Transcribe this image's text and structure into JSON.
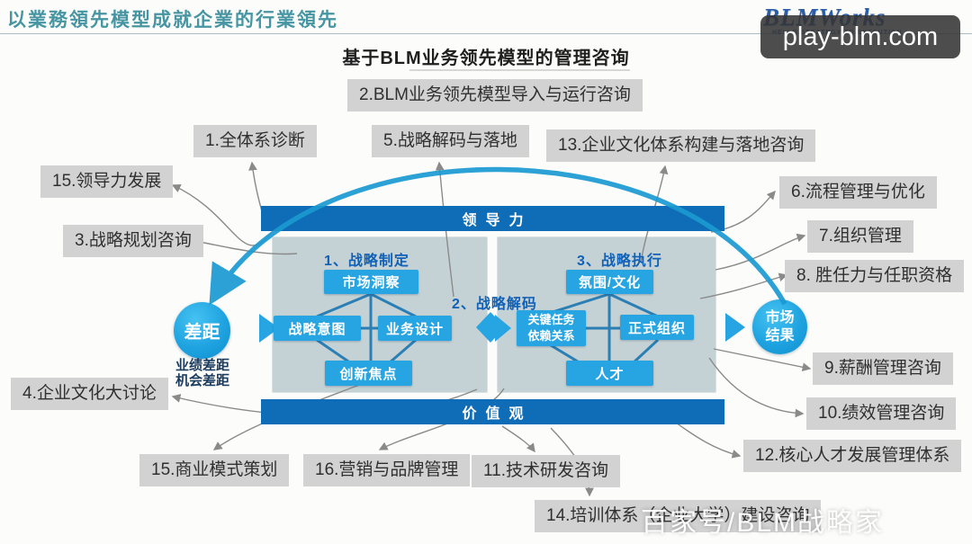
{
  "header": {
    "page_title": "以業務領先模型成就企業的行業領先",
    "logo_text": "BLMWorks",
    "logo_tagline": "HELLO STRATEGY TO EXECUTION",
    "badge_text": "play-blm.com",
    "heading": "基于BLM业务领先模型的管理咨询"
  },
  "labels": {
    "l1": "1.全体系诊断",
    "l2": "2.BLM业务领先模型导入与运行咨询",
    "l3": "3.战略规划咨询",
    "l4": "4.企业文化大讨论",
    "l5": "5.战略解码与落地",
    "l6": "6.流程管理与优化",
    "l7": "7.组织管理",
    "l8": "8. 胜任力与任职资格",
    "l9": "9.薪酬管理咨询",
    "l10": "10.绩效管理咨询",
    "l11": "11.技术研发咨询",
    "l12": "12.核心人才发展管理体系",
    "l13": "13.企业文化体系构建与落地咨询",
    "l14": "14.培训体系（企业大学）建设咨询",
    "l15_leadership": "15.领导力发展",
    "l15_business": "15.商业模式策划",
    "l16": "16.营销与品牌管理"
  },
  "diagram": {
    "leadership_bar": "领导力",
    "values_bar": "价值观",
    "section1": "1、战略制定",
    "section2": "2、战略解码",
    "section3": "3、战略执行",
    "market_insight": "市场洞察",
    "strategic_intent": "战略意图",
    "business_design": "业务设计",
    "innovation_focus": "创新焦点",
    "atmosphere_culture": "氛围/文化",
    "key_tasks_line1": "关键任务",
    "key_tasks_line2": "依赖关系",
    "formal_org": "正式组织",
    "talent": "人才",
    "gap_circle": "差距",
    "gap_sub_line1": "业绩差距",
    "gap_sub_line2": "机会差距",
    "result_line1": "市场",
    "result_line2": "结果"
  },
  "watermark": "百家号/BLM战略家",
  "colors": {
    "brand_blue": "#0f6cb6",
    "cyan_box": "#27a5e2",
    "panel_gray_blue": "#c5d2d5",
    "label_gray": "#d2d2d2",
    "title_teal": "#4695a3",
    "arc_cyan": "#1b9ad2",
    "logo_blue": "#2b5ea7"
  }
}
